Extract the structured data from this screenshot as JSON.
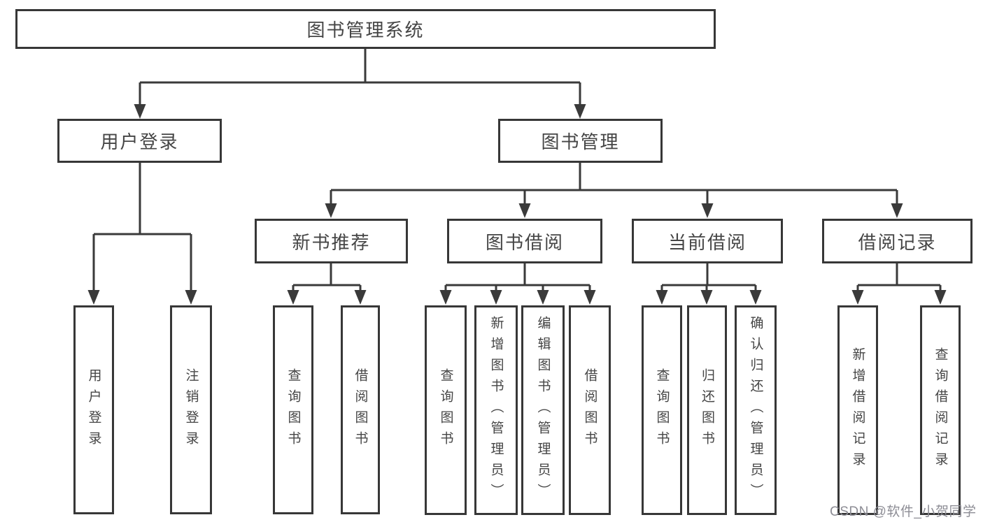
{
  "diagram": {
    "type": "hierarchy-tree",
    "colors": {
      "background": "#ffffff",
      "line": "#3a3a3a",
      "box_border": "#373737",
      "text": "#454545",
      "watermark": "#8d8d95"
    },
    "watermark": {
      "text": "CSDN @软件_小贺同学"
    },
    "nodes": {
      "root": "图书管理系统",
      "user_login": "用户登录",
      "book_management": "图书管理",
      "new_book_recommend": "新书推荐",
      "book_borrow": "图书借阅",
      "current_borrow": "当前借阅",
      "borrow_records": "借阅记录",
      "user_login_leaf": "用户登录",
      "logout_leaf": "注销登录",
      "nbr_query_books": "查询图书",
      "nbr_borrow_books": "借阅图书",
      "bb_query_books": "查询图书",
      "bb_add_books": "新增图书（管理员）",
      "bb_edit_books": "编辑图书（管理员）",
      "bb_borrow_books": "借阅图书",
      "cb_query_books": "查询图书",
      "cb_return_books": "归还图书",
      "cb_confirm_return": "确认归还（管理员）",
      "br_add_record": "新增借阅记录",
      "br_query_record": "查询借阅记录"
    },
    "hierarchy": {
      "root": [
        "user_login",
        "book_management"
      ],
      "user_login": [
        "user_login_leaf",
        "logout_leaf"
      ],
      "book_management": [
        "new_book_recommend",
        "book_borrow",
        "current_borrow",
        "borrow_records"
      ],
      "new_book_recommend": [
        "nbr_query_books",
        "nbr_borrow_books"
      ],
      "book_borrow": [
        "bb_query_books",
        "bb_add_books",
        "bb_edit_books",
        "bb_borrow_books"
      ],
      "current_borrow": [
        "cb_query_books",
        "cb_return_books",
        "cb_confirm_return"
      ],
      "borrow_records": [
        "br_add_record",
        "br_query_record"
      ]
    }
  }
}
